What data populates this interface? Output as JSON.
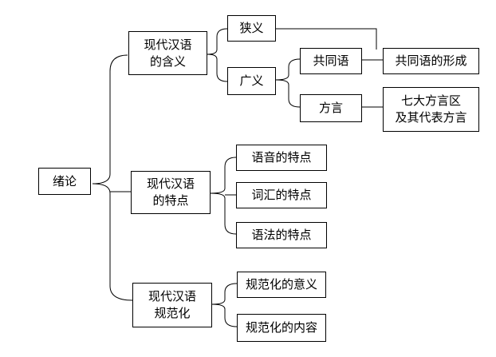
{
  "colors": {
    "background": "#ffffff",
    "line": "#000000",
    "text": "#000000"
  },
  "root": {
    "label": "绪论"
  },
  "meaning": {
    "label": "现代汉语\n的含义",
    "narrow": "狭义",
    "broad": "广义",
    "common_language": "共同语",
    "common_language_formation": "共同语的形成",
    "dialects": "方言",
    "dialect_areas": "七大方言区\n及其代表方言"
  },
  "features": {
    "label": "现代汉语\n的特点",
    "phonetic": "语音的特点",
    "lexical": "词汇的特点",
    "grammatical": "语法的特点"
  },
  "standardization": {
    "label": "现代汉语\n规范化",
    "significance": "规范化的意义",
    "content": "规范化的内容"
  }
}
